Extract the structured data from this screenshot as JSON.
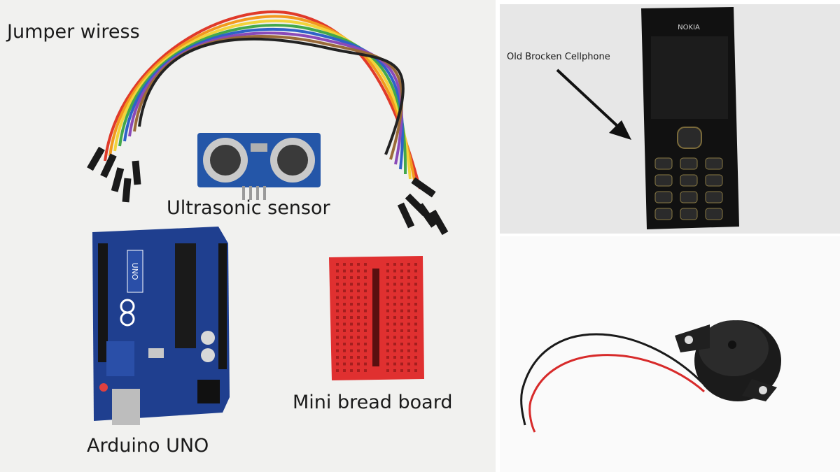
{
  "labels": {
    "jumper_wires": "Jumper wiress",
    "ultrasonic": "Ultrasonic sensor",
    "arduino": "Arduino UNO",
    "breadboard": "Mini bread board",
    "cellphone": "Old Brocken Cellphone"
  },
  "markings": {
    "phone_brand": "NOKIA",
    "arduino_board": "UNO"
  },
  "colors": {
    "arduino_board": "#1f3f8f",
    "breadboard": "#e03030",
    "ultrasonic_board": "#2456a8",
    "phone_body": "#111111"
  },
  "wire_colors": [
    "#e03a2a",
    "#f29a1e",
    "#f2d43a",
    "#43a84b",
    "#2f62c8",
    "#8a4ab8",
    "#9a6b3a",
    "#222222"
  ]
}
